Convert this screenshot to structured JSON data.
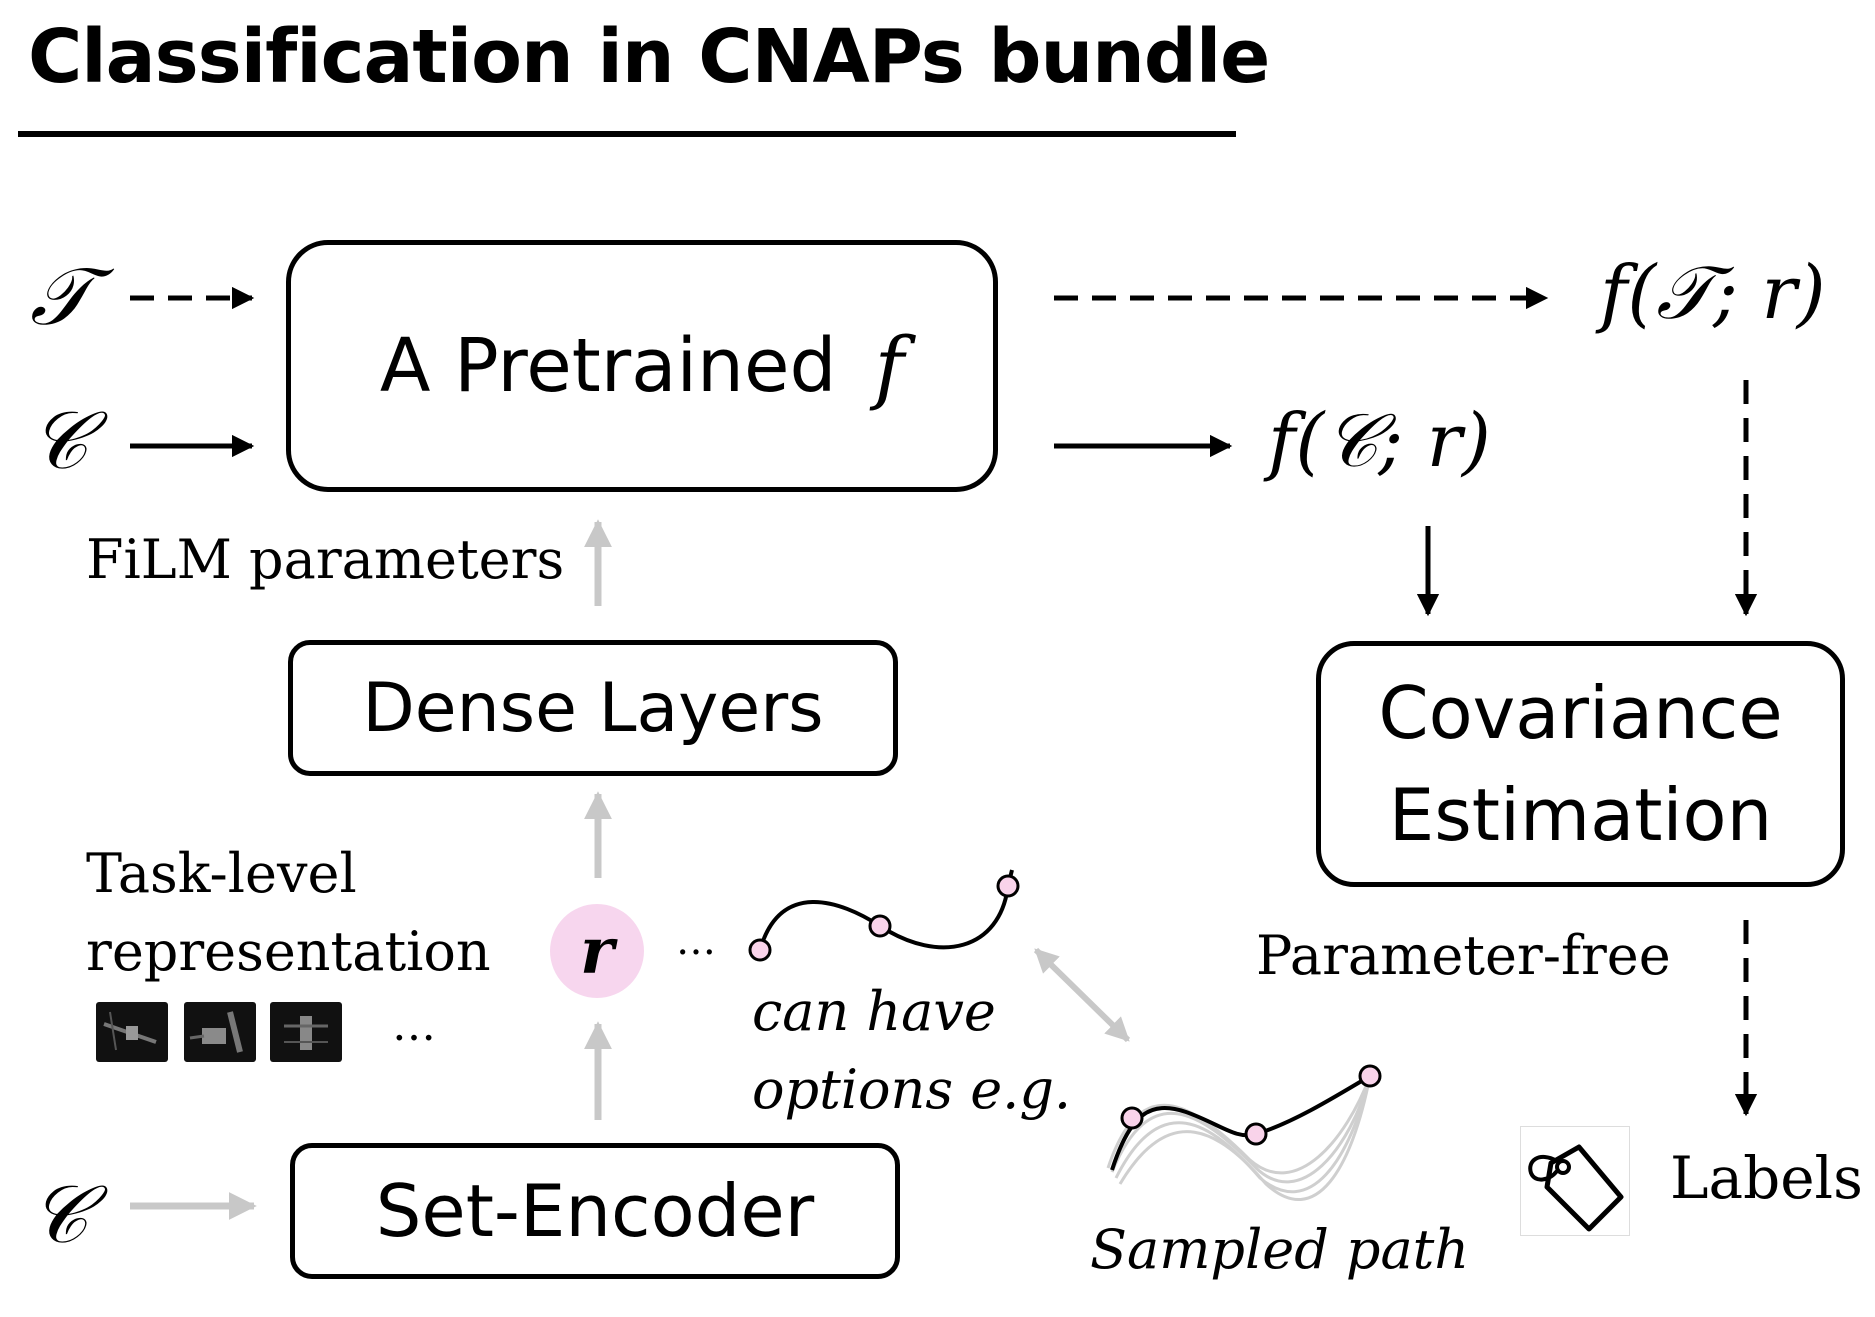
{
  "title": "Classification in CNAPs bundle",
  "inputs": {
    "T": "𝒯",
    "C": "𝒞",
    "C_bottom": "𝒞"
  },
  "boxes": {
    "pretrained": "A Pretrained",
    "pretrained_f": "f",
    "dense": "Dense Layers",
    "set_encoder": "Set-Encoder",
    "covariance_line1": "Covariance",
    "covariance_line2": "Estimation"
  },
  "outputs": {
    "f_T": "f(𝒯; r)",
    "f_C": "f(𝒞; r)"
  },
  "labels": {
    "film": "FiLM parameters",
    "task_level_1": "Task-level",
    "task_level_2": "representation",
    "thumb_ellipsis": "…",
    "r": "r",
    "r_ellipsis": "…",
    "options_1": "can have",
    "options_2": "options e.g.",
    "sampled_path": "Sampled path",
    "parameter_free": "Parameter-free",
    "labels": "Labels"
  },
  "colors": {
    "arrow_black": "#000000",
    "arrow_gray": "#c8c8c8",
    "r_fill": "#f7d6ee",
    "node_fill": "#f9d3ea"
  },
  "icons": [
    "tag-icon",
    "satellite-thumbnail"
  ]
}
